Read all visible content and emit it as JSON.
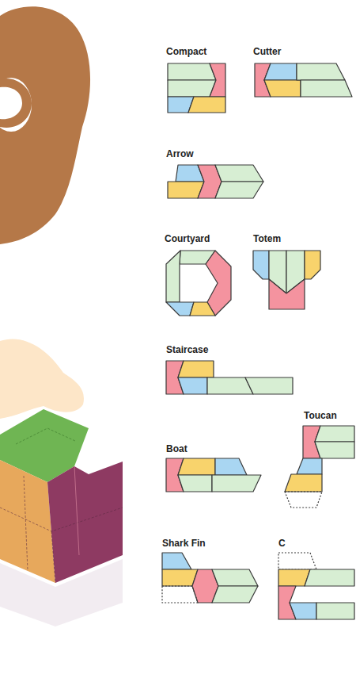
{
  "diagram": {
    "labels": [
      "Compact",
      "Cutter",
      "Arrow",
      "Courtyard",
      "Totem",
      "Staircase",
      "Toucan",
      "Boat",
      "Shark Fin",
      "C"
    ]
  }
}
